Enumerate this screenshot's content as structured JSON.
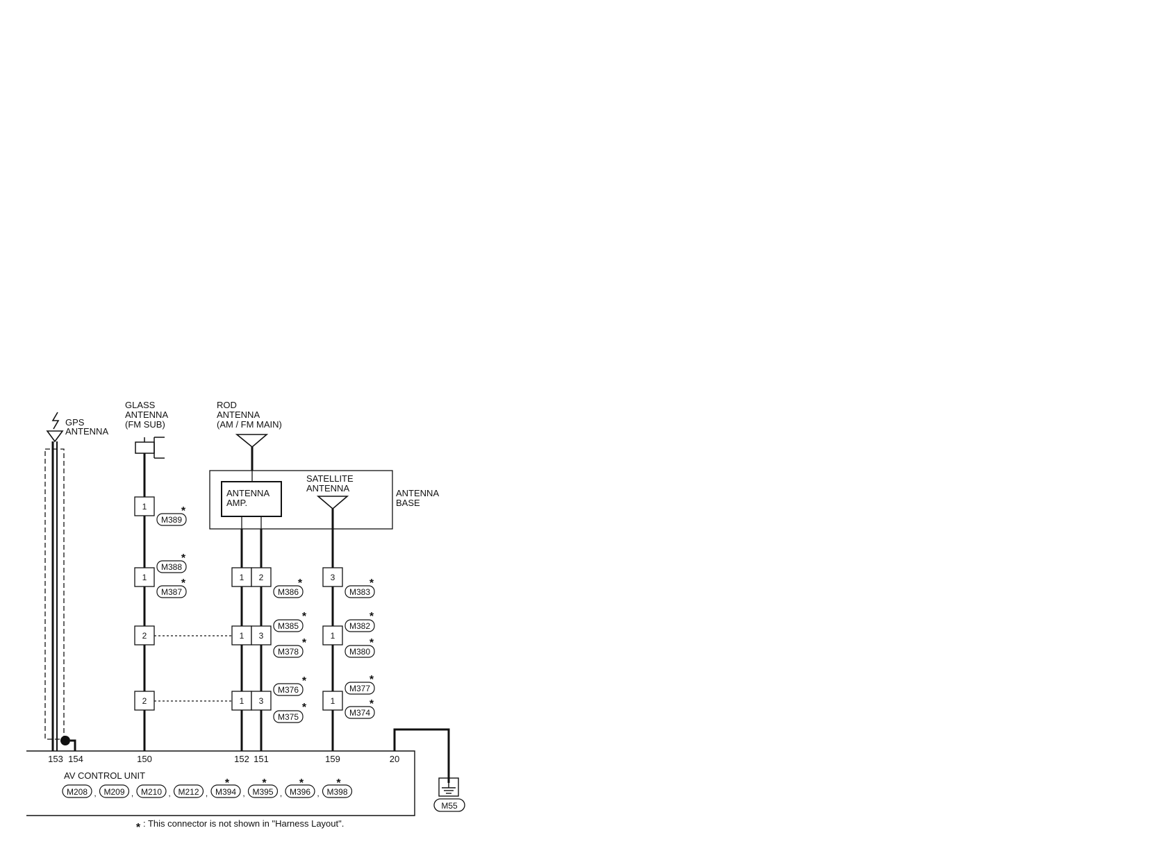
{
  "labels": {
    "gps_antenna": [
      "GPS",
      "ANTENNA"
    ],
    "glass_antenna": [
      "GLASS",
      "ANTENNA",
      "(FM SUB)"
    ],
    "rod_antenna": [
      "ROD",
      "ANTENNA",
      "(AM / FM MAIN)"
    ],
    "antenna_amp": [
      "ANTENNA",
      "AMP."
    ],
    "satellite_antenna": [
      "SATELLITE",
      "ANTENNA"
    ],
    "antenna_base": [
      "ANTENNA",
      "BASE"
    ],
    "av_control_unit": "AV CONTROL UNIT",
    "footnote_symbol": "*",
    "footnote": ": This connector is not shown in \"Harness Layout\"."
  },
  "terminals": {
    "t153": "153",
    "t154": "154",
    "t150": "150",
    "t152": "152",
    "t151": "151",
    "t159": "159",
    "t20": "20"
  },
  "pins": {
    "glass_m389": "1",
    "glass_m388": "1",
    "glass_m385": "2",
    "glass_m376": "2",
    "rod_m386_a": "1",
    "rod_m386_b": "2",
    "rod_m385_a": "1",
    "rod_m385_b": "3",
    "rod_m376_a": "1",
    "rod_m376_b": "3",
    "sat_m383": "3",
    "sat_m382": "1",
    "sat_m377": "1"
  },
  "connectors": {
    "m389": "M389",
    "m388": "M388",
    "m387": "M387",
    "m386": "M386",
    "m385": "M385",
    "m378": "M378",
    "m376": "M376",
    "m375": "M375",
    "m383": "M383",
    "m382": "M382",
    "m380": "M380",
    "m377": "M377",
    "m374": "M374",
    "m55": "M55",
    "av": [
      "M208",
      "M209",
      "M210",
      "M212",
      "M394",
      "M395",
      "M396",
      "M398"
    ]
  },
  "separators": [
    ",",
    ",",
    ",",
    ",",
    ",",
    ",",
    ","
  ]
}
